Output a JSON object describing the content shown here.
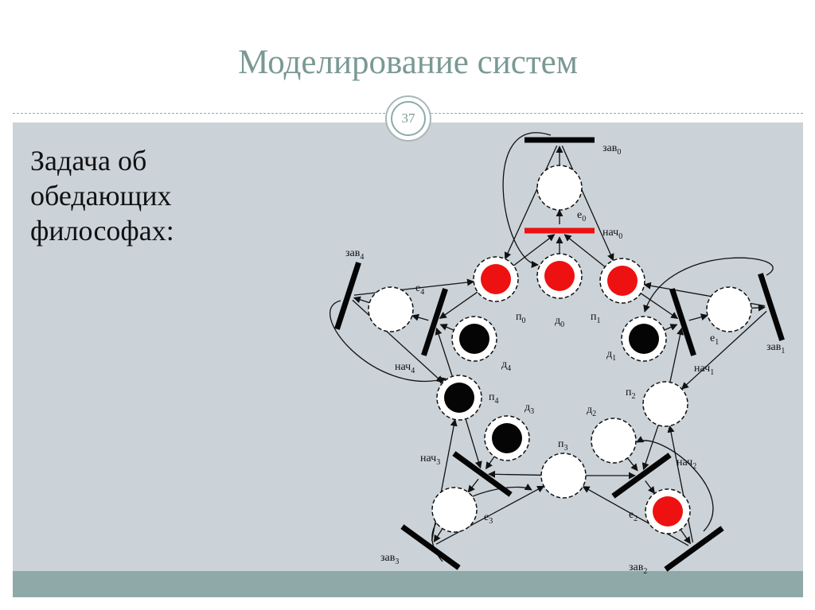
{
  "slide": {
    "title": "Моделирование систем",
    "page_number": "37",
    "task_lines": [
      "Задача об",
      "обедающих",
      "философах:"
    ]
  },
  "diagram": {
    "places": [
      {
        "id": "e0",
        "name": "е",
        "sub": "0",
        "token": "none"
      },
      {
        "id": "p0",
        "name": "п",
        "sub": "0",
        "token": "red"
      },
      {
        "id": "d0",
        "name": "д",
        "sub": "0",
        "token": "red"
      },
      {
        "id": "p1",
        "name": "п",
        "sub": "1",
        "token": "red"
      },
      {
        "id": "e1",
        "name": "е",
        "sub": "1",
        "token": "none"
      },
      {
        "id": "d1",
        "name": "д",
        "sub": "1",
        "token": "black"
      },
      {
        "id": "p2",
        "name": "п",
        "sub": "2",
        "token": "none"
      },
      {
        "id": "d2",
        "name": "д",
        "sub": "2",
        "token": "none"
      },
      {
        "id": "e2",
        "name": "е",
        "sub": "2",
        "token": "red"
      },
      {
        "id": "p3",
        "name": "п",
        "sub": "3",
        "token": "none"
      },
      {
        "id": "d3",
        "name": "д",
        "sub": "3",
        "token": "black"
      },
      {
        "id": "e3",
        "name": "е",
        "sub": "3",
        "token": "none"
      },
      {
        "id": "p4",
        "name": "п",
        "sub": "4",
        "token": "black"
      },
      {
        "id": "d4",
        "name": "д",
        "sub": "4",
        "token": "black"
      },
      {
        "id": "e4",
        "name": "е",
        "sub": "4",
        "token": "none"
      }
    ],
    "transitions": [
      {
        "id": "zav0",
        "name": "зав",
        "sub": "0",
        "active": false
      },
      {
        "id": "nach0",
        "name": "нач",
        "sub": "0",
        "active": true
      },
      {
        "id": "zav1",
        "name": "зав",
        "sub": "1",
        "active": false
      },
      {
        "id": "nach1",
        "name": "нач",
        "sub": "1",
        "active": false
      },
      {
        "id": "zav2",
        "name": "зав",
        "sub": "2",
        "active": false
      },
      {
        "id": "nach2",
        "name": "нач",
        "sub": "2",
        "active": false
      },
      {
        "id": "zav3",
        "name": "зав",
        "sub": "3",
        "active": false
      },
      {
        "id": "nach3",
        "name": "нач",
        "sub": "3",
        "active": false
      },
      {
        "id": "zav4",
        "name": "зав",
        "sub": "4",
        "active": false
      },
      {
        "id": "nach4",
        "name": "нач",
        "sub": "4",
        "active": false
      }
    ],
    "colors": {
      "red": "#ee1111",
      "black": "#050505",
      "active_transition": "#ee1111",
      "transition": "#050505"
    }
  }
}
